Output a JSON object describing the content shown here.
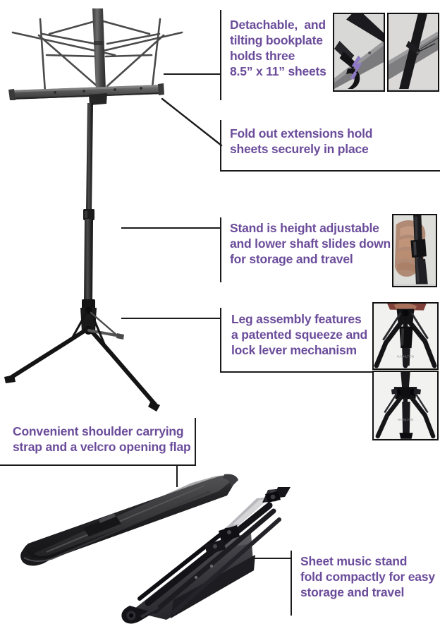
{
  "document": {
    "type": "product-infographic",
    "subject": "Folding sheet music stand",
    "background_color": "#FFFFFF",
    "text_color": "#6B4C9A",
    "line_color": "#1A1A1A"
  },
  "callouts": [
    {
      "id": "bookplate",
      "lines": [
        "Detachable,  and",
        "tilting bookplate",
        "holds three",
        "8.5” x 11” sheets"
      ]
    },
    {
      "id": "extensions",
      "lines": [
        "Fold out extensions hold",
        "sheets securely in place"
      ]
    },
    {
      "id": "height-adjust",
      "lines": [
        "Stand is height adjustable",
        "and lower shaft slides down",
        "for storage and travel"
      ]
    },
    {
      "id": "leg-assembly",
      "lines": [
        "Leg assembly features",
        "a patented squeeze and",
        "lock lever mechanism"
      ]
    },
    {
      "id": "carry-strap",
      "lines": [
        "Convenient shoulder carrying",
        "strap and a velcro opening flap"
      ]
    },
    {
      "id": "fold-compact",
      "lines": [
        "Sheet music stand",
        "fold compactly for easy",
        "storage and travel"
      ]
    }
  ],
  "images": {
    "main_stand": "music-stand-full-view",
    "insets": [
      {
        "id": "bookplate-detach-left",
        "caption_ref": "bookplate"
      },
      {
        "id": "bookplate-detach-right",
        "caption_ref": "bookplate"
      },
      {
        "id": "hand-height-adjust",
        "caption_ref": "height-adjust"
      },
      {
        "id": "leg-lock-upper",
        "caption_ref": "leg-assembly"
      },
      {
        "id": "leg-lock-lower",
        "caption_ref": "leg-assembly"
      }
    ],
    "carry_bag": "black-nylon-carrying-bag",
    "folded_stand": "folded-stand-compact"
  },
  "accent_arrow_color": "#8E79C4"
}
